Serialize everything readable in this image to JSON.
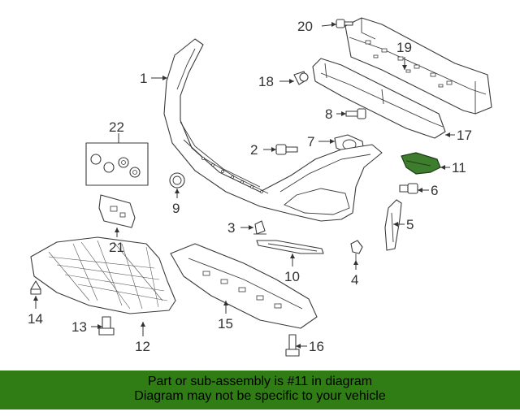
{
  "callouts": {
    "c1": "1",
    "c2": "2",
    "c3": "3",
    "c4": "4",
    "c5": "5",
    "c6": "6",
    "c7": "7",
    "c8": "8",
    "c9": "9",
    "c10": "10",
    "c11": "11",
    "c12": "12",
    "c13": "13",
    "c14": "14",
    "c15": "15",
    "c16": "16",
    "c17": "17",
    "c18": "18",
    "c19": "19",
    "c20": "20",
    "c21": "21",
    "c22": "22"
  },
  "highlight_color": "#3d7d2d",
  "banner": {
    "line1": "Part or sub-assembly is #11 in diagram",
    "line2": "Diagram may not be specific to your vehicle",
    "background": "#2f7d14"
  }
}
